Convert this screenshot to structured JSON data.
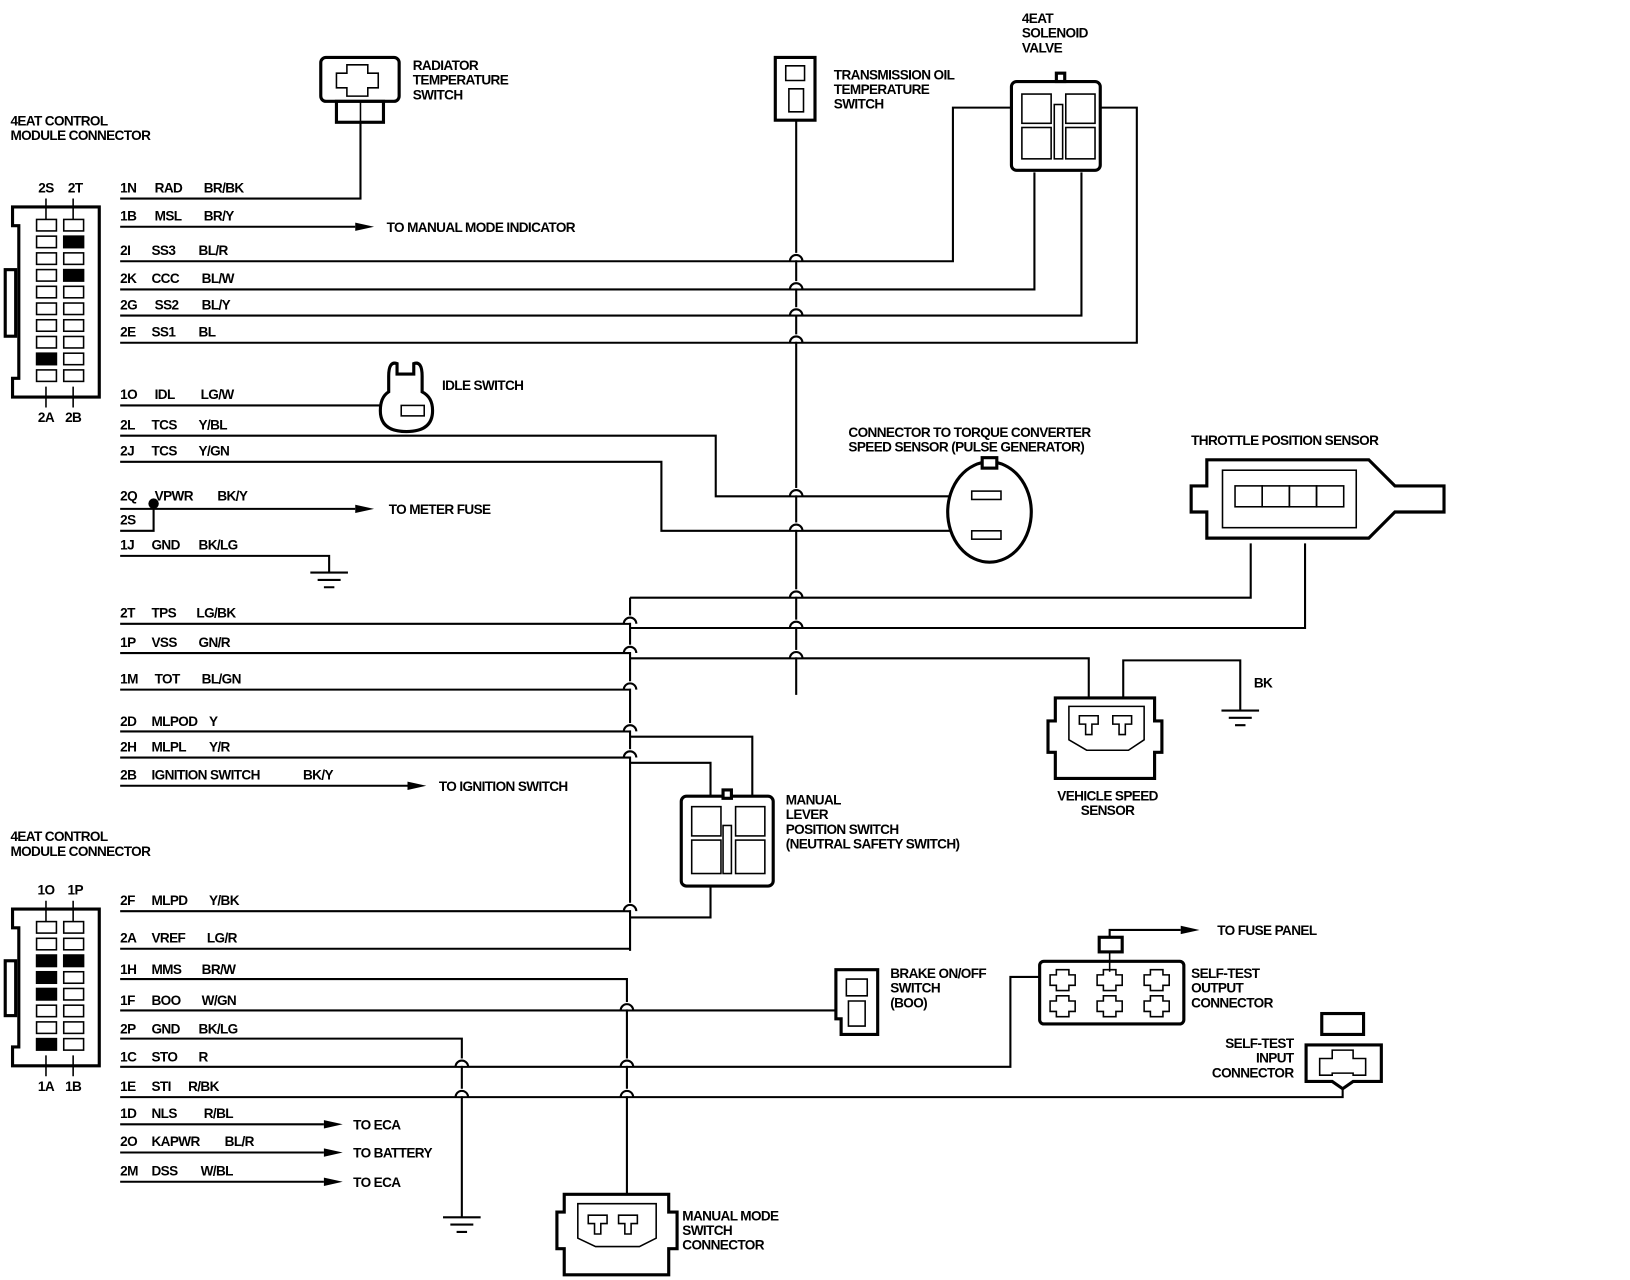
{
  "colors": {
    "line": "#000000",
    "background": "#ffffff"
  },
  "connector_top": {
    "title": [
      "4EAT CONTROL",
      "MODULE CONNECTOR"
    ],
    "top_pins": [
      "2S",
      "2T"
    ],
    "bottom_pins": [
      "2A",
      "2B"
    ]
  },
  "connector_bottom": {
    "title": [
      "4EAT CONTROL",
      "MODULE CONNECTOR"
    ],
    "top_pins": [
      "1O",
      "1P"
    ],
    "bottom_pins": [
      "1A",
      "1B"
    ]
  },
  "wires": [
    {
      "pin": "1N",
      "circuit": "RAD",
      "color": "BR/BK"
    },
    {
      "pin": "1B",
      "circuit": "MSL",
      "color": "BR/Y"
    },
    {
      "pin": "2I",
      "circuit": "SS3",
      "color": "BL/R"
    },
    {
      "pin": "2K",
      "circuit": "CCC",
      "color": "BL/W"
    },
    {
      "pin": "2G",
      "circuit": "SS2",
      "color": "BL/Y"
    },
    {
      "pin": "2E",
      "circuit": "SS1",
      "color": "BL"
    },
    {
      "pin": "1O",
      "circuit": "IDL",
      "color": "LG/W"
    },
    {
      "pin": "2L",
      "circuit": "TCS",
      "color": "Y/BL"
    },
    {
      "pin": "2J",
      "circuit": "TCS",
      "color": "Y/GN"
    },
    {
      "pin": "2Q",
      "circuit": "VPWR",
      "color": "BK/Y"
    },
    {
      "pin": "2S",
      "circuit": "",
      "color": ""
    },
    {
      "pin": "1J",
      "circuit": "GND",
      "color": "BK/LG"
    },
    {
      "pin": "2T",
      "circuit": "TPS",
      "color": "LG/BK"
    },
    {
      "pin": "1P",
      "circuit": "VSS",
      "color": "GN/R"
    },
    {
      "pin": "1M",
      "circuit": "TOT",
      "color": "BL/GN"
    },
    {
      "pin": "2D",
      "circuit": "MLPOD",
      "color": "Y"
    },
    {
      "pin": "2H",
      "circuit": "MLPL",
      "color": "Y/R"
    },
    {
      "pin": "2B",
      "circuit": "IGNITION SWITCH",
      "color": "BK/Y"
    },
    {
      "pin": "2F",
      "circuit": "MLPD",
      "color": "Y/BK"
    },
    {
      "pin": "2A",
      "circuit": "VREF",
      "color": "LG/R"
    },
    {
      "pin": "1H",
      "circuit": "MMS",
      "color": "BR/W"
    },
    {
      "pin": "1F",
      "circuit": "BOO",
      "color": "W/GN"
    },
    {
      "pin": "2P",
      "circuit": "GND",
      "color": "BK/LG"
    },
    {
      "pin": "1C",
      "circuit": "STO",
      "color": "R"
    },
    {
      "pin": "1E",
      "circuit": "STI",
      "color": "R/BK"
    },
    {
      "pin": "1D",
      "circuit": "NLS",
      "color": "R/BL"
    },
    {
      "pin": "2O",
      "circuit": "KAPWR",
      "color": "BL/R"
    },
    {
      "pin": "2M",
      "circuit": "DSS",
      "color": "W/BL"
    }
  ],
  "destinations": {
    "manual_mode_indicator": "TO MANUAL MODE INDICATOR",
    "meter_fuse": "TO METER FUSE",
    "ignition_switch": "TO IGNITION SWITCH",
    "eca_1": "TO ECA",
    "battery": "TO BATTERY",
    "eca_2": "TO ECA",
    "fuse_panel": "TO FUSE PANEL"
  },
  "components": {
    "radiator_temp_switch": [
      "RADIATOR",
      "TEMPERATURE",
      "SWITCH"
    ],
    "trans_oil_temp_switch": [
      "TRANSMISSION OIL",
      "TEMPERATURE",
      "SWITCH"
    ],
    "solenoid_valve": [
      "4EAT",
      "SOLENOID",
      "VALVE"
    ],
    "idle_switch": "IDLE SWITCH",
    "torque_converter_sensor": [
      "CONNECTOR TO TORQUE CONVERTER",
      "SPEED SENSOR (PULSE GENERATOR)"
    ],
    "throttle_position_sensor": "THROTTLE POSITION SENSOR",
    "vss_ground_color": "BK",
    "vehicle_speed_sensor": [
      "VEHICLE SPEED",
      "SENSOR"
    ],
    "manual_lever_switch": [
      "MANUAL",
      "LEVER",
      "POSITION SWITCH",
      "(NEUTRAL SAFETY SWITCH)"
    ],
    "brake_switch": [
      "BRAKE ON/OFF",
      "SWITCH",
      "(BOO)"
    ],
    "self_test_output": [
      "SELF-TEST",
      "OUTPUT",
      "CONNECTOR"
    ],
    "self_test_input": [
      "SELF-TEST",
      "INPUT",
      "CONNECTOR"
    ],
    "manual_mode_switch": [
      "MANUAL MODE",
      "SWITCH",
      "CONNECTOR"
    ]
  }
}
